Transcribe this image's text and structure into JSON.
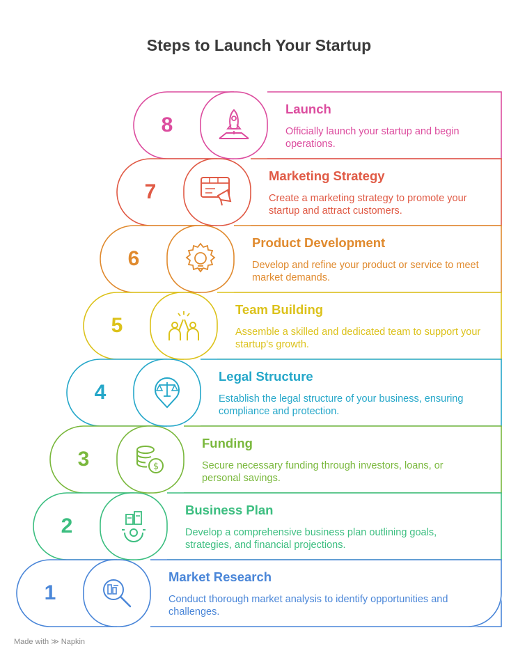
{
  "title": "Steps to Launch Your Startup",
  "steps": [
    {
      "number": "1",
      "title": "Market Research",
      "description": "Conduct thorough market analysis to identify opportunities and challenges.",
      "color": "#4a86d8",
      "icon": "magnifier-chart-icon"
    },
    {
      "number": "2",
      "title": "Business Plan",
      "description": "Develop a comprehensive business plan outlining goals, strategies, and financial projections.",
      "color": "#3cbe80",
      "icon": "business-plan-gear-icon"
    },
    {
      "number": "3",
      "title": "Funding",
      "description": "Secure necessary funding through investors, loans, or personal savings.",
      "color": "#7ab83d",
      "icon": "coins-dollar-icon"
    },
    {
      "number": "4",
      "title": "Legal Structure",
      "description": "Establish the legal structure of your business, ensuring compliance and protection.",
      "color": "#25a7c9",
      "icon": "scales-pin-icon"
    },
    {
      "number": "5",
      "title": "Team Building",
      "description": "Assemble a skilled and dedicated team to support your startup's growth.",
      "color": "#dcc21b",
      "icon": "high-five-team-icon"
    },
    {
      "number": "6",
      "title": "Product Development",
      "description": "Develop and refine your product or service to meet market demands.",
      "color": "#e08a2e",
      "icon": "gear-lightbulb-icon"
    },
    {
      "number": "7",
      "title": "Marketing Strategy",
      "description": "Create a marketing strategy to promote your startup and attract customers.",
      "color": "#e05a45",
      "icon": "megaphone-billboard-icon"
    },
    {
      "number": "8",
      "title": "Launch",
      "description": "Officially launch your startup and begin operations.",
      "color": "#dc4c9e",
      "icon": "rocket-launch-icon"
    }
  ],
  "footer": {
    "made_with": "Made with",
    "brand": "Napkin"
  }
}
